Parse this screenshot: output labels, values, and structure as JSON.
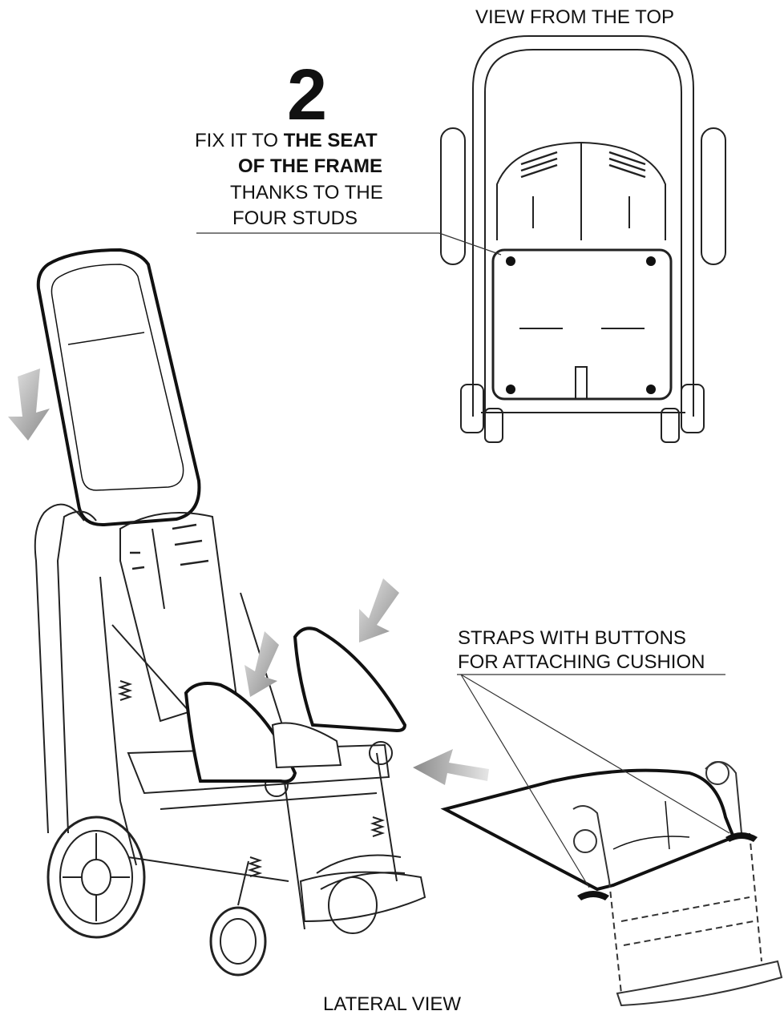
{
  "step_number": "2",
  "view_top_label": "VIEW FROM THE TOP",
  "instruction": {
    "line1_regular": "FIX IT TO ",
    "line1_bold": "THE SEAT",
    "line2": "OF THE FRAME",
    "line3": "THANKS TO THE",
    "line4": "FOUR STUDS"
  },
  "straps_label": {
    "line1": "STRAPS WITH BUTTONS",
    "line2": "FOR ATTACHING CUSHION"
  },
  "lateral_view_label": "LATERAL VIEW"
}
